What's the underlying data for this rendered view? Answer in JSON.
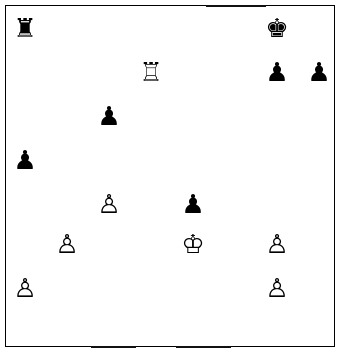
{
  "board": {
    "label": "Chess position",
    "pieces": [
      {
        "id": "black-rook-a8",
        "name": "black-rook",
        "color": "black",
        "glyph": "♜",
        "square": "a8"
      },
      {
        "id": "black-king-g8",
        "name": "black-king",
        "color": "black",
        "glyph": "♚",
        "square": "g8"
      },
      {
        "id": "white-rook-d7",
        "name": "white-rook",
        "color": "white",
        "glyph": "♖",
        "square": "d7"
      },
      {
        "id": "black-pawn-g7",
        "name": "black-pawn",
        "color": "black",
        "glyph": "♟",
        "square": "g7"
      },
      {
        "id": "black-pawn-h7",
        "name": "black-pawn",
        "color": "black",
        "glyph": "♟",
        "square": "h7"
      },
      {
        "id": "black-pawn-c6",
        "name": "black-pawn",
        "color": "black",
        "glyph": "♟",
        "square": "c6"
      },
      {
        "id": "black-pawn-a5",
        "name": "black-pawn",
        "color": "black",
        "glyph": "♟",
        "square": "a5"
      },
      {
        "id": "white-pawn-c4",
        "name": "white-pawn",
        "color": "white",
        "glyph": "♙",
        "square": "c4"
      },
      {
        "id": "black-pawn-e4",
        "name": "black-pawn",
        "color": "black",
        "glyph": "♟",
        "square": "e4"
      },
      {
        "id": "white-pawn-b3",
        "name": "white-pawn",
        "color": "white",
        "glyph": "♙",
        "square": "b3"
      },
      {
        "id": "white-king-e3",
        "name": "white-king",
        "color": "white",
        "glyph": "♔",
        "square": "e3"
      },
      {
        "id": "white-pawn-g3",
        "name": "white-pawn",
        "color": "white",
        "glyph": "♙",
        "square": "g3"
      },
      {
        "id": "white-pawn-a2",
        "name": "white-pawn",
        "color": "white",
        "glyph": "♙",
        "square": "a2"
      },
      {
        "id": "white-pawn-g2",
        "name": "white-pawn",
        "color": "white",
        "glyph": "♙",
        "square": "g2"
      }
    ]
  }
}
